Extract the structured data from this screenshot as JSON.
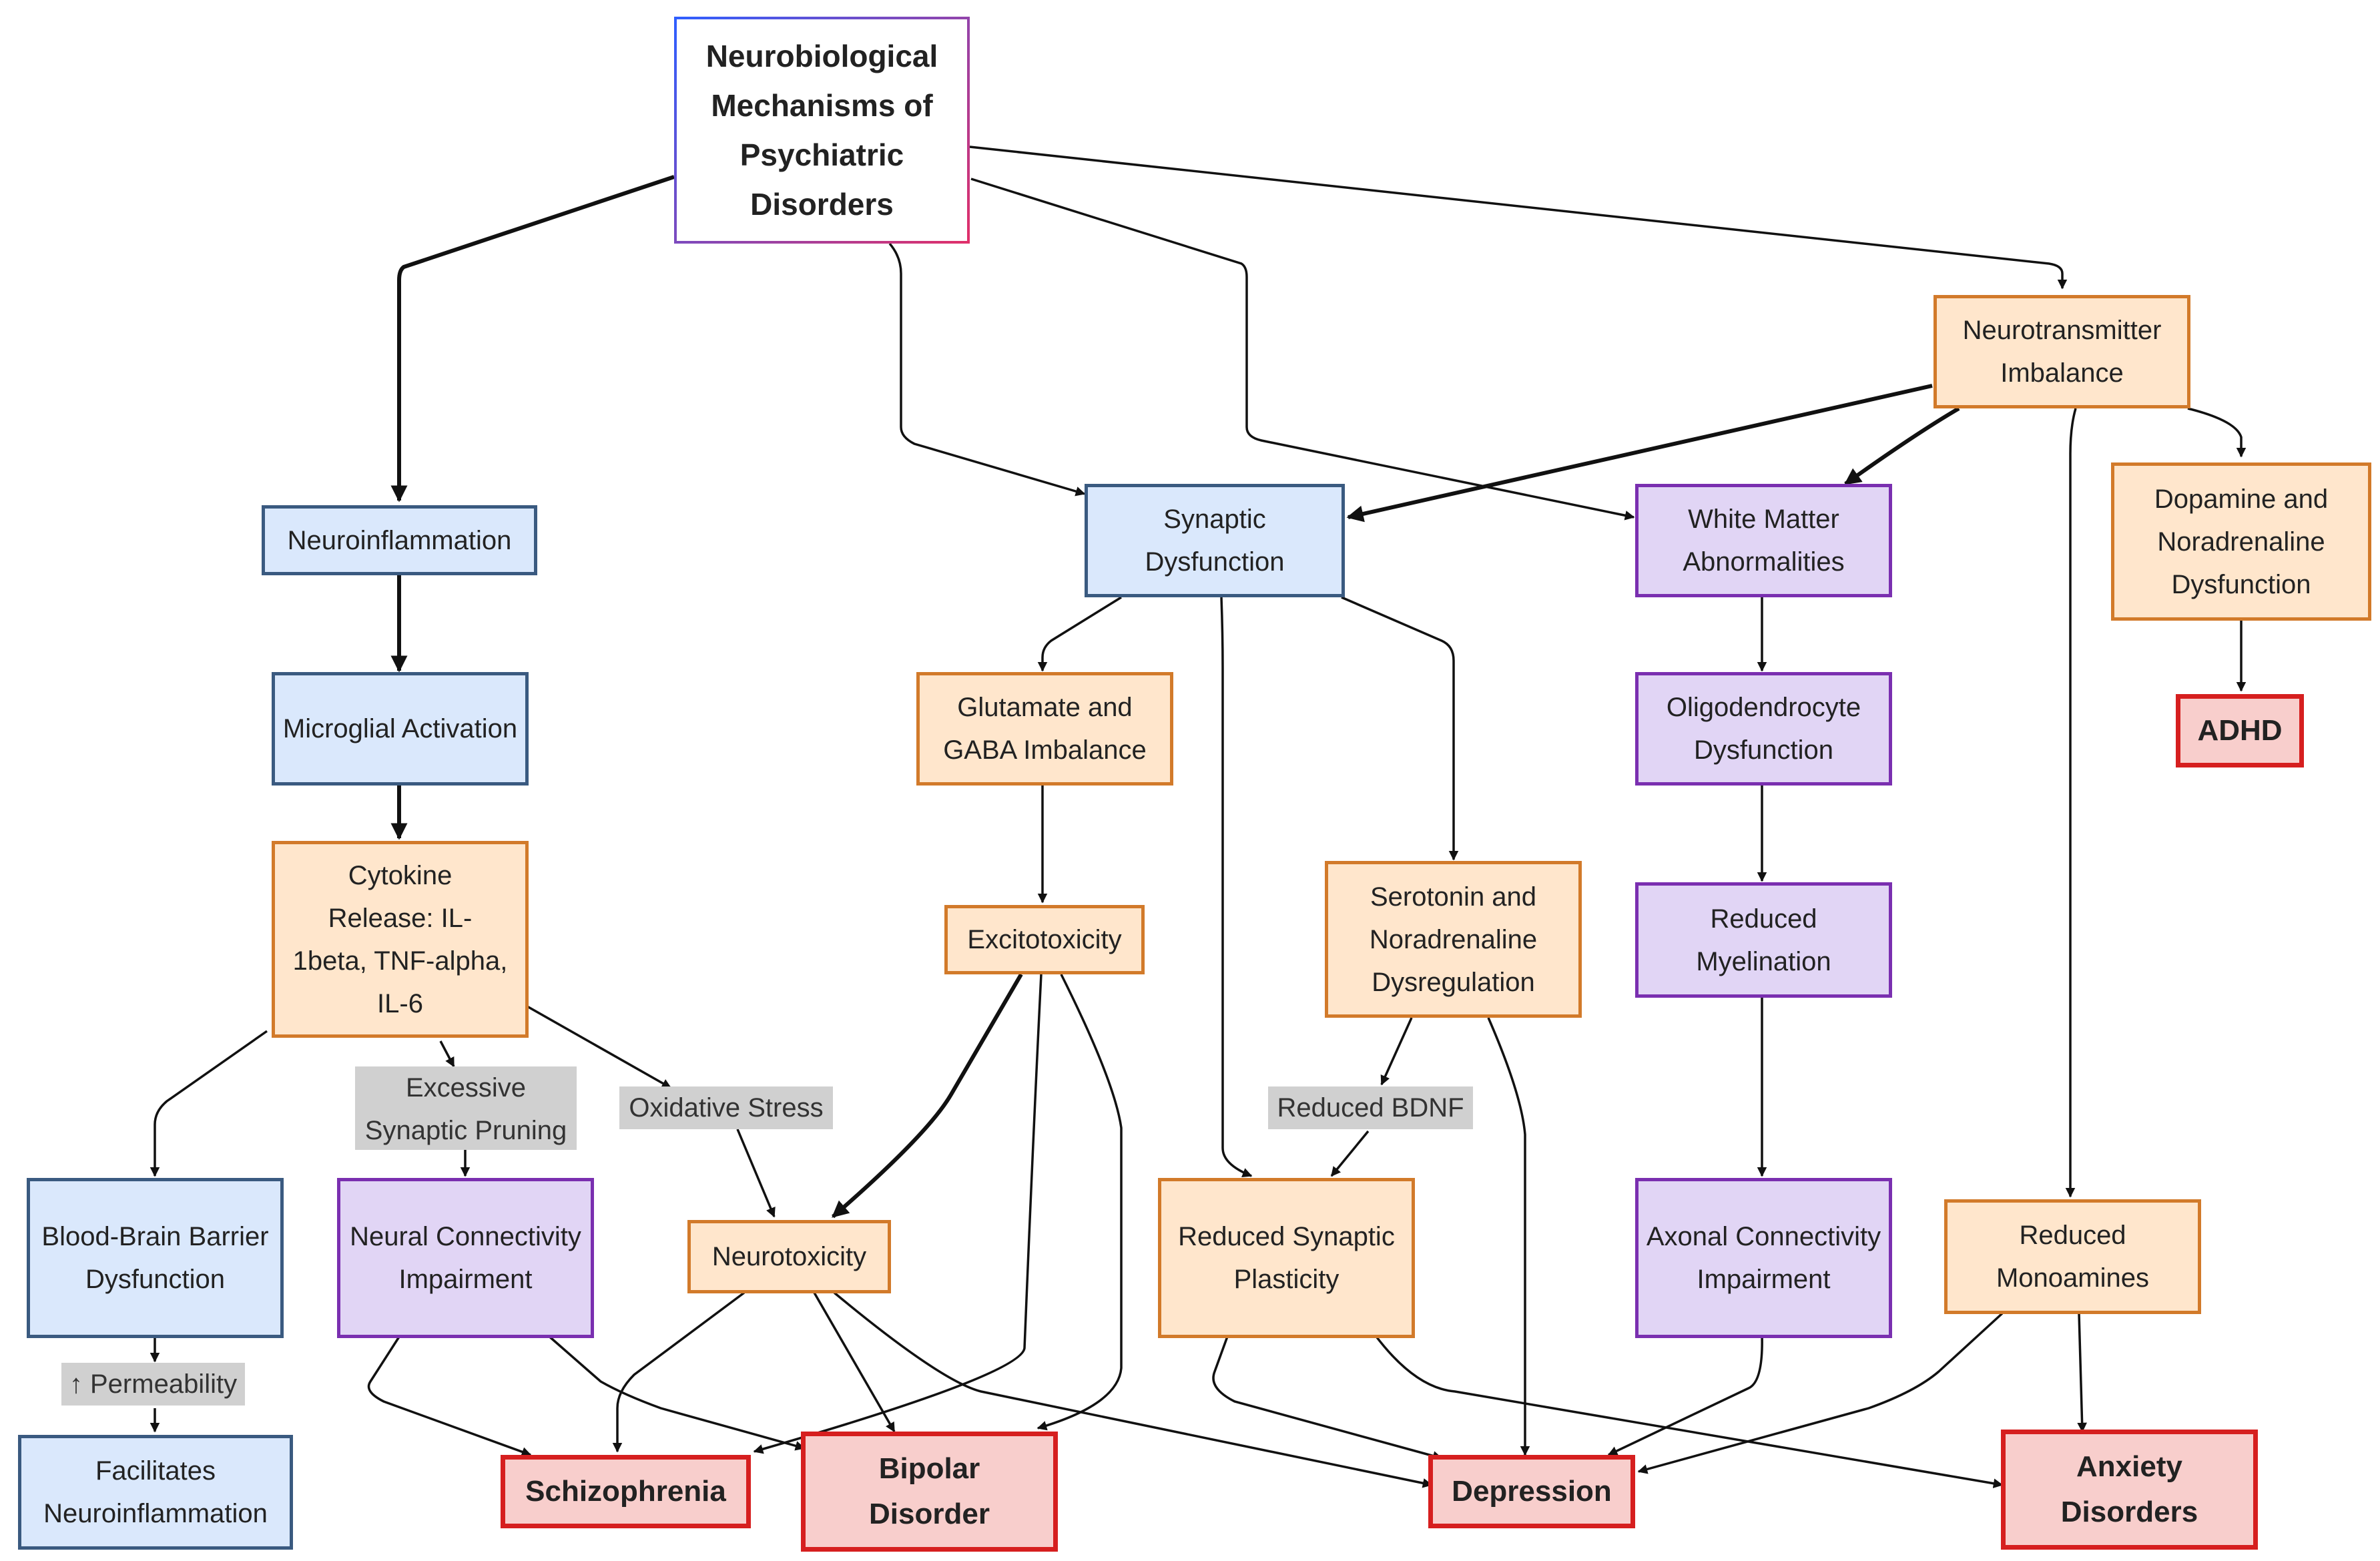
{
  "nodes": {
    "root": "Neurobiological Mechanisms of Psychiatric Disorders",
    "neurotransmitter_imbalance": "Neurotransmitter Imbalance",
    "neuroinflammation": "Neuroinflammation",
    "synaptic_dysfunction": "Synaptic Dysfunction",
    "white_matter": "White Matter Abnormalities",
    "dopamine_noradrenaline": "Dopamine and Noradrenaline Dysfunction",
    "microglial_activation": "Microglial Activation",
    "glutamate_gaba": "Glutamate and GABA Imbalance",
    "oligodendrocyte": "Oligodendrocyte Dysfunction",
    "adhd": "ADHD",
    "cytokine_release": "Cytokine Release: IL-1beta, TNF-alpha, IL-6",
    "excitotoxicity": "Excitotoxicity",
    "serotonin_noradrenaline": "Serotonin and Noradrenaline Dysregulation",
    "reduced_myelination": "Reduced Myelination",
    "bbb_dysfunction": "Blood-Brain Barrier Dysfunction",
    "neural_connectivity": "Neural Connectivity Impairment",
    "neurotoxicity": "Neurotoxicity",
    "reduced_plasticity": "Reduced Synaptic Plasticity",
    "axonal_connectivity": "Axonal Connectivity Impairment",
    "reduced_monoamines": "Reduced Monoamines",
    "facilitates_neuroinflammation": "Facilitates Neuroinflammation",
    "schizophrenia": "Schizophrenia",
    "bipolar": "Bipolar Disorder",
    "depression": "Depression",
    "anxiety": "Anxiety Disorders"
  },
  "edge_labels": {
    "pruning": "Excessive Synaptic Pruning",
    "oxidative": "Oxidative Stress",
    "bdnf": "Reduced BDNF",
    "permeability": "↑ Permeability"
  },
  "colors": {
    "blue_fill": "#dae8fc",
    "orange_fill": "#ffe6cc",
    "purple_fill": "#e1d5f5",
    "red_fill": "#f8cecc",
    "edge": "#111111",
    "label_bg": "#d0d0d0"
  }
}
